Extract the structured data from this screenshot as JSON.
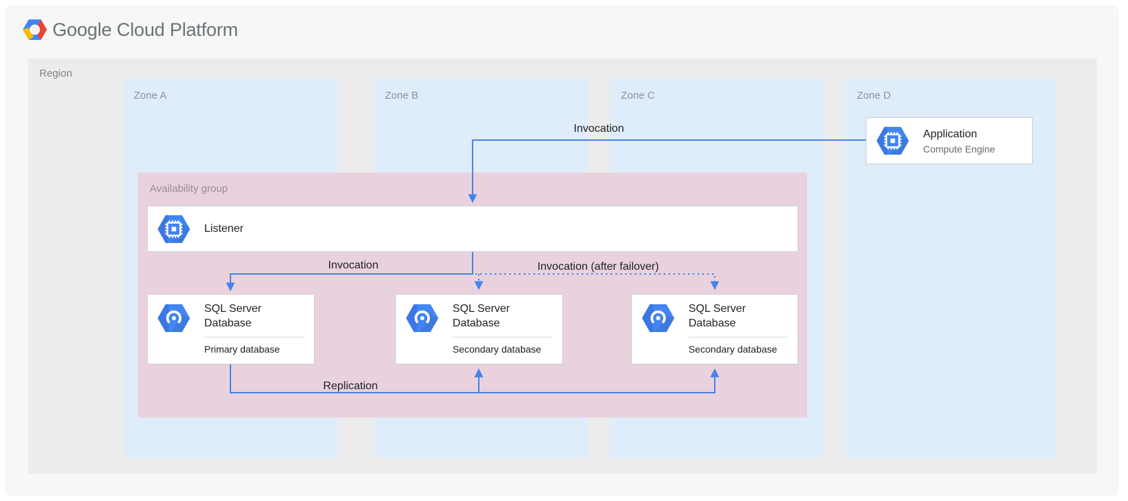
{
  "brand": {
    "name": "Google Cloud Platform"
  },
  "region": {
    "label": "Region",
    "zones": [
      {
        "label": "Zone A"
      },
      {
        "label": "Zone B"
      },
      {
        "label": "Zone C"
      },
      {
        "label": "Zone D"
      }
    ]
  },
  "availability_group": {
    "label": "Availability group"
  },
  "nodes": {
    "application": {
      "title": "Application",
      "subtitle": "Compute Engine",
      "icon": "compute-engine-icon"
    },
    "listener": {
      "title": "Listener",
      "icon": "compute-engine-icon"
    },
    "db_primary": {
      "title": "SQL Server Database",
      "role": "Primary database",
      "icon": "cloud-sql-icon"
    },
    "db_secondary_b": {
      "title": "SQL Server Database",
      "role": "Secondary database",
      "icon": "cloud-sql-icon"
    },
    "db_secondary_c": {
      "title": "SQL Server Database",
      "role": "Secondary database",
      "icon": "cloud-sql-icon"
    }
  },
  "edges": {
    "invocation_app_to_listener": {
      "label": "Invocation",
      "style": "solid"
    },
    "invocation_listener_to_primary": {
      "label": "Invocation",
      "style": "solid"
    },
    "invocation_after_failover": {
      "label": "Invocation (after failover)",
      "style": "dotted"
    },
    "replication": {
      "label": "Replication",
      "style": "solid"
    }
  },
  "colors": {
    "arrow_blue": "#4683ea",
    "icon_blue": "#4285f4",
    "icon_blue_dark": "#3b76e3",
    "zone_fill": "#dfecfa",
    "region_fill": "#ececec",
    "availability_group_fill": "#e9d2dd",
    "panel_fill": "#f6f7f7",
    "card_border": "#cdd1d5",
    "brand_text": "#6d7175"
  }
}
